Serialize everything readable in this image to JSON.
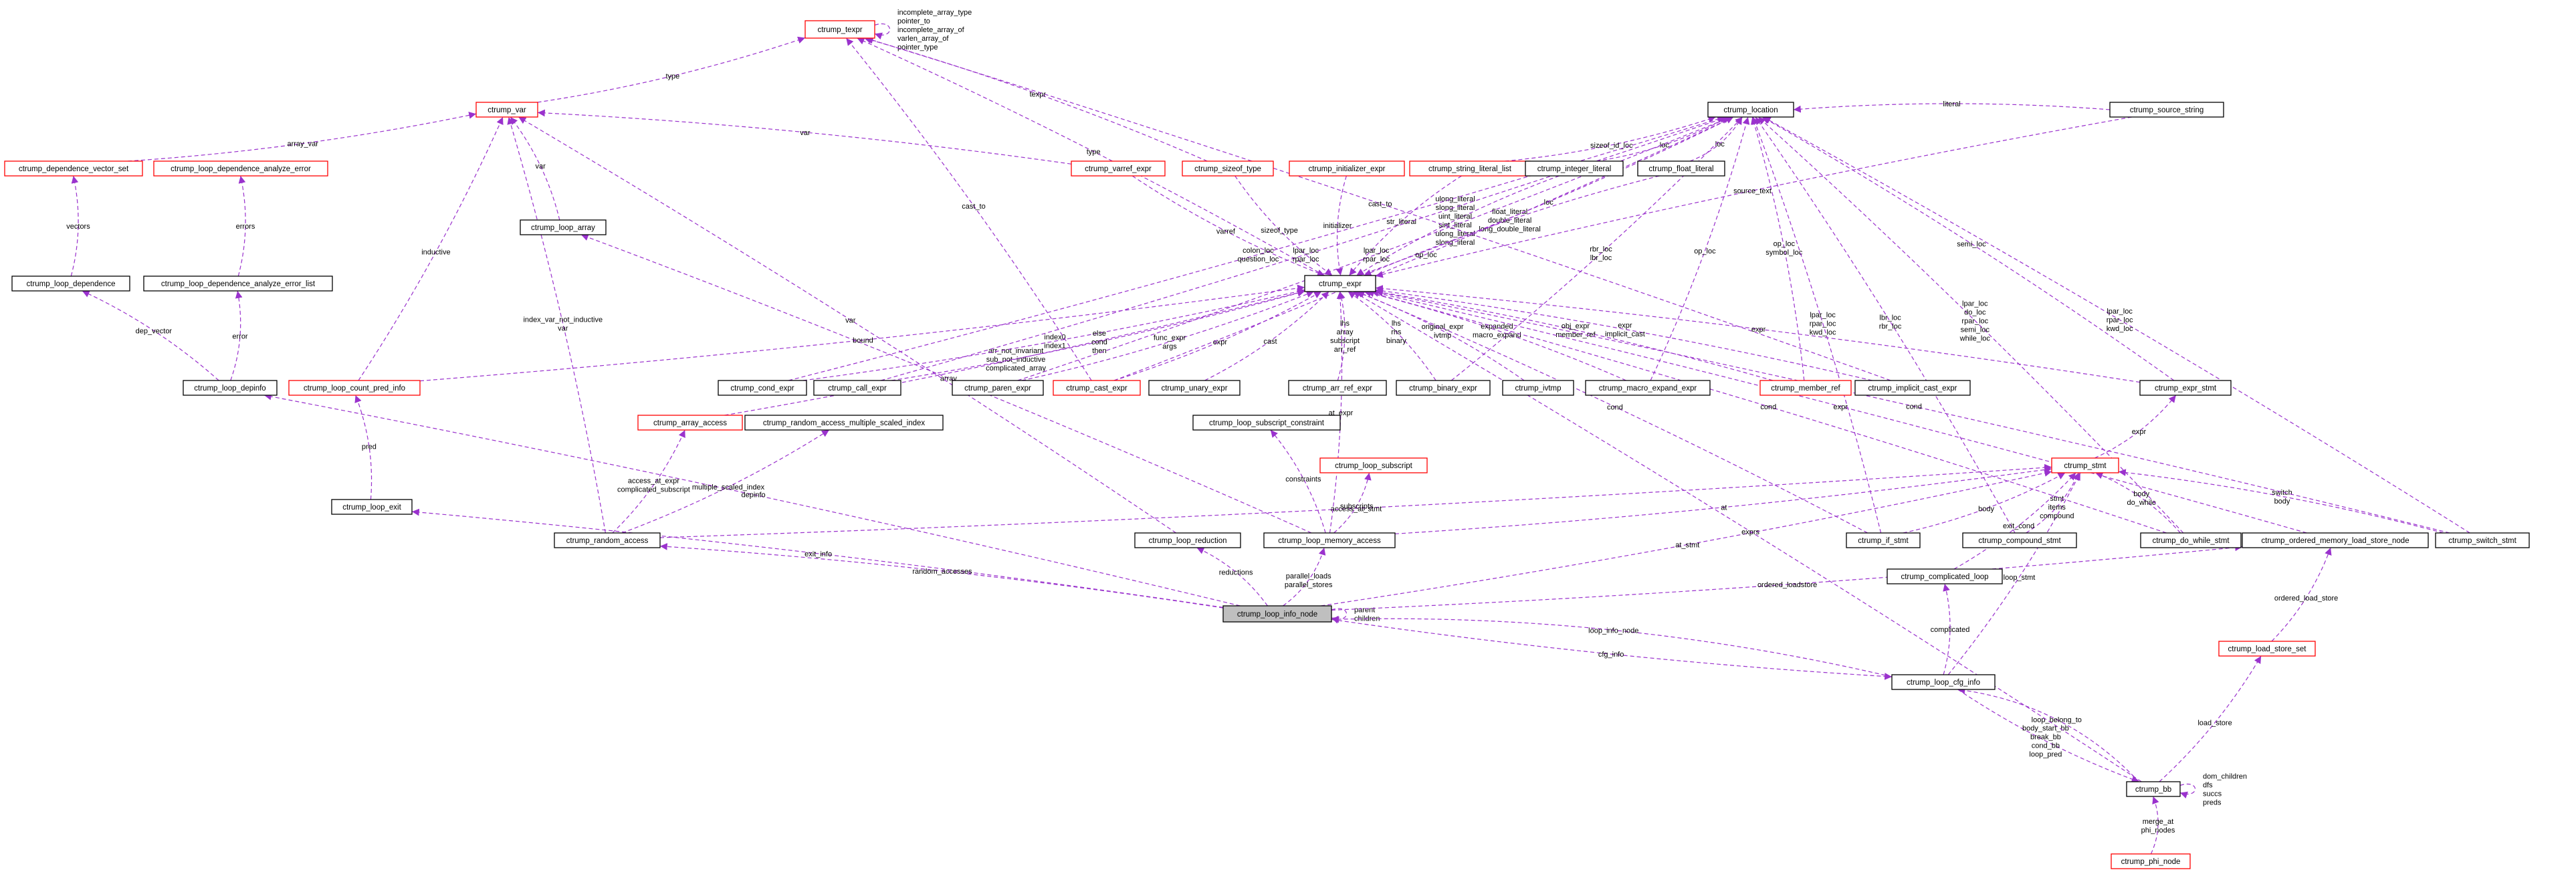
{
  "nodes": [
    {
      "id": "ctrump_texpr",
      "label": "ctrump_texpr",
      "style": "red"
    },
    {
      "id": "ctrump_var",
      "label": "ctrump_var",
      "style": "red"
    },
    {
      "id": "ctrump_location",
      "label": "ctrump_location",
      "style": "black"
    },
    {
      "id": "ctrump_source_string",
      "label": "ctrump_source_string",
      "style": "black"
    },
    {
      "id": "ctrump_dependence_vector_set",
      "label": "ctrump_dependence_vector_set",
      "style": "red"
    },
    {
      "id": "ctrump_loop_dependence_analyze_error",
      "label": "ctrump_loop_dependence_analyze_error",
      "style": "red"
    },
    {
      "id": "ctrump_varref_expr",
      "label": "ctrump_varref_expr",
      "style": "red"
    },
    {
      "id": "ctrump_sizeof_type",
      "label": "ctrump_sizeof_type",
      "style": "red"
    },
    {
      "id": "ctrump_initializer_expr",
      "label": "ctrump_initializer_expr",
      "style": "red"
    },
    {
      "id": "ctrump_string_literal_list",
      "label": "ctrump_string_literal_list",
      "style": "red"
    },
    {
      "id": "ctrump_integer_literal",
      "label": "ctrump_integer_literal",
      "style": "black"
    },
    {
      "id": "ctrump_float_literal",
      "label": "ctrump_float_literal",
      "style": "black"
    },
    {
      "id": "ctrump_loop_array",
      "label": "ctrump_loop_array",
      "style": "black"
    },
    {
      "id": "ctrump_loop_dependence",
      "label": "ctrump_loop_dependence",
      "style": "black"
    },
    {
      "id": "ctrump_loop_dependence_analyze_error_list",
      "label": "ctrump_loop_dependence_analyze_error_list",
      "style": "black"
    },
    {
      "id": "ctrump_expr",
      "label": "ctrump_expr",
      "style": "black"
    },
    {
      "id": "ctrump_loop_depinfo",
      "label": "ctrump_loop_depinfo",
      "style": "black"
    },
    {
      "id": "ctrump_loop_count_pred_info",
      "label": "ctrump_loop_count_pred_info",
      "style": "red"
    },
    {
      "id": "ctrump_cond_expr",
      "label": "ctrump_cond_expr",
      "style": "black"
    },
    {
      "id": "ctrump_call_expr",
      "label": "ctrump_call_expr",
      "style": "black"
    },
    {
      "id": "ctrump_paren_expr",
      "label": "ctrump_paren_expr",
      "style": "black"
    },
    {
      "id": "ctrump_cast_expr",
      "label": "ctrump_cast_expr",
      "style": "red"
    },
    {
      "id": "ctrump_unary_expr",
      "label": "ctrump_unary_expr",
      "style": "black"
    },
    {
      "id": "ctrump_arr_ref_expr",
      "label": "ctrump_arr_ref_expr",
      "style": "black"
    },
    {
      "id": "ctrump_binary_expr",
      "label": "ctrump_binary_expr",
      "style": "black"
    },
    {
      "id": "ctrump_ivtmp",
      "label": "ctrump_ivtmp",
      "style": "black"
    },
    {
      "id": "ctrump_macro_expand_expr",
      "label": "ctrump_macro_expand_expr",
      "style": "black"
    },
    {
      "id": "ctrump_member_ref",
      "label": "ctrump_member_ref",
      "style": "red"
    },
    {
      "id": "ctrump_implicit_cast_expr",
      "label": "ctrump_implicit_cast_expr",
      "style": "black"
    },
    {
      "id": "ctrump_expr_stmt",
      "label": "ctrump_expr_stmt",
      "style": "black"
    },
    {
      "id": "ctrump_array_access",
      "label": "ctrump_array_access",
      "style": "red"
    },
    {
      "id": "ctrump_random_access_multiple_scaled_index",
      "label": "ctrump_random_access_multiple_scaled_index",
      "style": "black"
    },
    {
      "id": "ctrump_loop_subscript_constraint",
      "label": "ctrump_loop_subscript_constraint",
      "style": "black"
    },
    {
      "id": "ctrump_stmt",
      "label": "ctrump_stmt",
      "style": "red"
    },
    {
      "id": "ctrump_loop_subscript",
      "label": "ctrump_loop_subscript",
      "style": "red"
    },
    {
      "id": "ctrump_loop_exit",
      "label": "ctrump_loop_exit",
      "style": "black"
    },
    {
      "id": "ctrump_random_access",
      "label": "ctrump_random_access",
      "style": "black"
    },
    {
      "id": "ctrump_loop_reduction",
      "label": "ctrump_loop_reduction",
      "style": "black"
    },
    {
      "id": "ctrump_loop_memory_access",
      "label": "ctrump_loop_memory_access",
      "style": "black"
    },
    {
      "id": "ctrump_if_stmt",
      "label": "ctrump_if_stmt",
      "style": "black"
    },
    {
      "id": "ctrump_compound_stmt",
      "label": "ctrump_compound_stmt",
      "style": "black"
    },
    {
      "id": "ctrump_do_while_stmt",
      "label": "ctrump_do_while_stmt",
      "style": "black"
    },
    {
      "id": "ctrump_ordered_memory_load_store_node",
      "label": "ctrump_ordered_memory_load_store_node",
      "style": "black"
    },
    {
      "id": "ctrump_switch_stmt",
      "label": "ctrump_switch_stmt",
      "style": "black"
    },
    {
      "id": "ctrump_complicated_loop",
      "label": "ctrump_complicated_loop",
      "style": "black"
    },
    {
      "id": "ctrump_loop_info_node",
      "label": "ctrump_loop_info_node",
      "style": "focus"
    },
    {
      "id": "ctrump_load_store_set",
      "label": "ctrump_load_store_set",
      "style": "red"
    },
    {
      "id": "ctrump_loop_cfg_info",
      "label": "ctrump_loop_cfg_info",
      "style": "black"
    },
    {
      "id": "ctrump_bb",
      "label": "ctrump_bb",
      "style": "black"
    },
    {
      "id": "ctrump_phi_node",
      "label": "ctrump_phi_node",
      "style": "red"
    }
  ],
  "edges": [
    {
      "from": "ctrump_texpr",
      "to": "ctrump_texpr",
      "label": [
        "incomplete_array_type",
        "pointer_to",
        "incomplete_array_of",
        "varlen_array_of",
        "pointer_type"
      ]
    },
    {
      "from": "ctrump_var",
      "to": "ctrump_texpr",
      "label": [
        "type"
      ]
    },
    {
      "from": "ctrump_dependence_vector_set",
      "to": "ctrump_var",
      "label": [
        "array_var"
      ]
    },
    {
      "from": "ctrump_loop_count_pred_info",
      "to": "ctrump_var",
      "label": [
        "inductive"
      ]
    },
    {
      "from": "ctrump_loop_array",
      "to": "ctrump_var",
      "label": [
        "var"
      ]
    },
    {
      "from": "ctrump_random_access",
      "to": "ctrump_var",
      "label": [
        "index_var_not_inductive",
        "var"
      ]
    },
    {
      "from": "ctrump_varref_expr",
      "to": "ctrump_var",
      "label": [
        "var"
      ]
    },
    {
      "from": "ctrump_loop_dependence",
      "to": "ctrump_dependence_vector_set",
      "label": [
        "vectors"
      ]
    },
    {
      "from": "ctrump_loop_dependence_analyze_error_list",
      "to": "ctrump_loop_dependence_analyze_error",
      "label": [
        "errors"
      ]
    },
    {
      "from": "ctrump_loop_depinfo",
      "to": "ctrump_loop_dependence",
      "label": [
        "dep_vector"
      ]
    },
    {
      "from": "ctrump_loop_depinfo",
      "to": "ctrump_loop_dependence_analyze_error_list",
      "label": [
        "error"
      ]
    },
    {
      "from": "ctrump_loop_exit",
      "to": "ctrump_loop_count_pred_info",
      "label": [
        "pred"
      ]
    },
    {
      "from": "ctrump_loop_info_node",
      "to": "ctrump_loop_depinfo",
      "label": [
        "depinfo"
      ]
    },
    {
      "from": "ctrump_loop_info_node",
      "to": "ctrump_loop_exit",
      "label": [
        "exit_info"
      ]
    },
    {
      "from": "ctrump_loop_info_node",
      "to": "ctrump_random_access",
      "label": [
        "random_accesses"
      ]
    },
    {
      "from": "ctrump_loop_info_node",
      "to": "ctrump_loop_reduction",
      "label": [
        "reductions"
      ]
    },
    {
      "from": "ctrump_loop_info_node",
      "to": "ctrump_loop_memory_access",
      "label": [
        "parallel_loads",
        "parallel_stores"
      ]
    },
    {
      "from": "ctrump_loop_info_node",
      "to": "ctrump_loop_info_node",
      "label": [
        "parent",
        "children"
      ]
    },
    {
      "from": "ctrump_loop_info_node",
      "to": "ctrump_stmt",
      "label": [
        "at_stmt"
      ]
    },
    {
      "from": "ctrump_loop_info_node",
      "to": "ctrump_ordered_memory_load_store_node",
      "label": [
        "ordered_loadstore"
      ]
    },
    {
      "from": "ctrump_loop_info_node",
      "to": "ctrump_loop_cfg_info",
      "label": [
        "cfg_info"
      ]
    },
    {
      "from": "ctrump_loop_cfg_info",
      "to": "ctrump_loop_info_node",
      "label": [
        "loop_info_node"
      ]
    },
    {
      "from": "ctrump_loop_cfg_info",
      "to": "ctrump_complicated_loop",
      "label": [
        "complicated"
      ]
    },
    {
      "from": "ctrump_loop_cfg_info",
      "to": "ctrump_stmt",
      "label": [
        "loop_stmt"
      ]
    },
    {
      "from": "ctrump_loop_cfg_info",
      "to": "ctrump_bb",
      "label": [
        "body_start_bb",
        "break_bb",
        "cond_bb",
        "loop_pred"
      ]
    },
    {
      "from": "ctrump_bb",
      "to": "ctrump_loop_cfg_info",
      "label": [
        "loop_belong_to"
      ]
    },
    {
      "from": "ctrump_bb",
      "to": "ctrump_bb",
      "label": [
        "dom_children",
        "dfs",
        "succs",
        "preds"
      ]
    },
    {
      "from": "ctrump_phi_node",
      "to": "ctrump_bb",
      "label": [
        "merge_at",
        "phi_nodes"
      ]
    },
    {
      "from": "ctrump_bb",
      "to": "ctrump_load_store_set",
      "label": [
        "load_store"
      ]
    },
    {
      "from": "ctrump_bb",
      "to": "ctrump_expr",
      "label": [
        "exprs"
      ]
    },
    {
      "from": "ctrump_load_store_set",
      "to": "ctrump_ordered_memory_load_store_node",
      "label": [
        "ordered_load_store"
      ]
    },
    {
      "from": "ctrump_random_access",
      "to": "ctrump_array_access",
      "label": [
        "access_at_expr",
        "complicated_subscript"
      ]
    },
    {
      "from": "ctrump_random_access",
      "to": "ctrump_random_access_multiple_scaled_index",
      "label": [
        "multiple_scaled_index"
      ]
    },
    {
      "from": "ctrump_random_access",
      "to": "ctrump_stmt",
      "label": [
        "access_at_stmt"
      ]
    },
    {
      "from": "ctrump_array_access",
      "to": "ctrump_expr",
      "label": [
        "arr_not_invariant",
        "sub_not_inductive",
        "complicated_array"
      ]
    },
    {
      "from": "ctrump_loop_memory_access",
      "to": "ctrump_loop_subscript",
      "label": [
        "subscripts"
      ]
    },
    {
      "from": "ctrump_loop_memory_access",
      "to": "ctrump_loop_subscript_constraint",
      "label": [
        "constraints"
      ]
    },
    {
      "from": "ctrump_loop_memory_access",
      "to": "ctrump_loop_array",
      "label": [
        "array"
      ]
    },
    {
      "from": "ctrump_loop_memory_access",
      "to": "ctrump_expr",
      "label": [
        "at_expr"
      ]
    },
    {
      "from": "ctrump_loop_memory_access",
      "to": "ctrump_stmt",
      "label": [
        "at"
      ]
    },
    {
      "from": "ctrump_loop_reduction",
      "to": "ctrump_var",
      "label": [
        "var"
      ]
    },
    {
      "from": "ctrump_loop_count_pred_info",
      "to": "ctrump_expr",
      "label": [
        "bound"
      ]
    },
    {
      "from": "ctrump_expr",
      "to": "ctrump_texpr",
      "label": [
        "type"
      ]
    },
    {
      "from": "ctrump_varref_expr",
      "to": "ctrump_expr",
      "label": [
        "varref"
      ]
    },
    {
      "from": "ctrump_sizeof_type",
      "to": "ctrump_texpr",
      "label": [
        "texpr"
      ]
    },
    {
      "from": "ctrump_sizeof_type",
      "to": "ctrump_expr",
      "label": [
        "sizeof_type"
      ]
    },
    {
      "from": "ctrump_initializer_expr",
      "to": "ctrump_expr",
      "label": [
        "initializer"
      ]
    },
    {
      "from": "ctrump_string_literal_list",
      "to": "ctrump_expr",
      "label": [
        "str_literal"
      ]
    },
    {
      "from": "ctrump_string_literal_list",
      "to": "ctrump_location",
      "label": [
        "sizeof_id_loc"
      ]
    },
    {
      "from": "ctrump_integer_literal",
      "to": "ctrump_expr",
      "label": [
        "ulong_literal",
        "slong_literal",
        "uint_literal",
        "sint_literal",
        "ulong_literal",
        "slong_literal"
      ]
    },
    {
      "from": "ctrump_integer_literal",
      "to": "ctrump_location",
      "label": [
        "loc"
      ]
    },
    {
      "from": "ctrump_float_literal",
      "to": "ctrump_expr",
      "label": [
        "float_literal",
        "double_literal",
        "long_double_literal"
      ]
    },
    {
      "from": "ctrump_float_literal",
      "to": "ctrump_location",
      "label": [
        "loc"
      ]
    },
    {
      "from": "ctrump_source_string",
      "to": "ctrump_location",
      "label": [
        "literal"
      ]
    },
    {
      "from": "ctrump_expr",
      "to": "ctrump_location",
      "label": [
        "loc"
      ]
    },
    {
      "from": "ctrump_cond_expr",
      "to": "ctrump_expr",
      "label": [
        "index0",
        "index1"
      ]
    },
    {
      "from": "ctrump_cond_expr",
      "to": "ctrump_location",
      "label": [
        "colon_loc",
        "question_loc"
      ]
    },
    {
      "from": "ctrump_call_expr",
      "to": "ctrump_expr",
      "label": [
        "else",
        "cond",
        "then"
      ]
    },
    {
      "from": "ctrump_call_expr",
      "to": "ctrump_location",
      "label": [
        "lpar_loc",
        "rpar_loc"
      ]
    },
    {
      "from": "ctrump_paren_expr",
      "to": "ctrump_expr",
      "label": [
        "func_expr",
        "args"
      ]
    },
    {
      "from": "ctrump_paren_expr",
      "to": "ctrump_location",
      "label": [
        "lpar_loc",
        "rpar_loc"
      ]
    },
    {
      "from": "ctrump_cast_expr",
      "to": "ctrump_expr",
      "label": [
        "expr"
      ]
    },
    {
      "from": "ctrump_cast_expr",
      "to": "ctrump_location",
      "label": [
        "op_loc"
      ]
    },
    {
      "from": "ctrump_cast_expr",
      "to": "ctrump_texpr",
      "label": [
        "cast_to"
      ]
    },
    {
      "from": "ctrump_unary_expr",
      "to": "ctrump_expr",
      "label": [
        "cast"
      ]
    },
    {
      "from": "ctrump_arr_ref_expr",
      "to": "ctrump_expr",
      "label": [
        "lhs",
        "array",
        "subscript",
        "arr_ref"
      ]
    },
    {
      "from": "ctrump_binary_expr",
      "to": "ctrump_expr",
      "label": [
        "lhs",
        "rhs",
        "binary"
      ]
    },
    {
      "from": "ctrump_binary_expr",
      "to": "ctrump_location",
      "label": [
        "rbr_loc",
        "lbr_loc"
      ]
    },
    {
      "from": "ctrump_ivtmp",
      "to": "ctrump_expr",
      "label": [
        "original_expr",
        "ivtmp"
      ]
    },
    {
      "from": "ctrump_macro_expand_expr",
      "to": "ctrump_expr",
      "label": [
        "expanded",
        "macro_expand"
      ]
    },
    {
      "from": "ctrump_macro_expand_expr",
      "to": "ctrump_location",
      "label": [
        "op_loc"
      ]
    },
    {
      "from": "ctrump_member_ref",
      "to": "ctrump_expr",
      "label": [
        "obj_expr",
        "member_ref"
      ]
    },
    {
      "from": "ctrump_member_ref",
      "to": "ctrump_location",
      "label": [
        "op_loc",
        "symbol_loc"
      ]
    },
    {
      "from": "ctrump_implicit_cast_expr",
      "to": "ctrump_expr",
      "label": [
        "expr",
        "implicit_cast"
      ]
    },
    {
      "from": "ctrump_implicit_cast_expr",
      "to": "ctrump_texpr",
      "label": [
        "cast_to"
      ]
    },
    {
      "from": "ctrump_expr_stmt",
      "to": "ctrump_expr",
      "label": [
        "expr"
      ]
    },
    {
      "from": "ctrump_expr_stmt",
      "to": "ctrump_location",
      "label": [
        "semi_loc"
      ]
    },
    {
      "from": "ctrump_stmt",
      "to": "ctrump_expr_stmt",
      "label": [
        "expr"
      ]
    },
    {
      "from": "ctrump_if_stmt",
      "to": "ctrump_stmt",
      "label": [
        "body"
      ]
    },
    {
      "from": "ctrump_if_stmt",
      "to": "ctrump_expr",
      "label": [
        "cond"
      ]
    },
    {
      "from": "ctrump_if_stmt",
      "to": "ctrump_location",
      "label": [
        "lpar_loc",
        "rpar_loc",
        "kwd_loc"
      ]
    },
    {
      "from": "ctrump_compound_stmt",
      "to": "ctrump_stmt",
      "label": [
        "stmt",
        "items",
        "compound"
      ]
    },
    {
      "from": "ctrump_compound_stmt",
      "to": "ctrump_location",
      "label": [
        "lbr_loc",
        "rbr_loc"
      ]
    },
    {
      "from": "ctrump_do_while_stmt",
      "to": "ctrump_stmt",
      "label": [
        "body",
        "do_while"
      ]
    },
    {
      "from": "ctrump_do_while_stmt",
      "to": "ctrump_expr",
      "label": [
        "cond"
      ]
    },
    {
      "from": "ctrump_do_while_stmt",
      "to": "ctrump_location",
      "label": [
        "lpar_loc",
        "do_loc",
        "rpar_loc",
        "semi_loc",
        "while_loc"
      ]
    },
    {
      "from": "ctrump_switch_stmt",
      "to": "ctrump_stmt",
      "label": [
        "switch",
        "body"
      ]
    },
    {
      "from": "ctrump_switch_stmt",
      "to": "ctrump_expr",
      "label": [
        "cond"
      ]
    },
    {
      "from": "ctrump_switch_stmt",
      "to": "ctrump_location",
      "label": [
        "lpar_loc",
        "rpar_loc",
        "kwd_loc"
      ]
    },
    {
      "from": "ctrump_source_string",
      "to": "ctrump_expr",
      "label": [
        "source_text"
      ]
    },
    {
      "from": "ctrump_complicated_loop",
      "to": "ctrump_stmt",
      "label": [
        "exit_cond"
      ]
    },
    {
      "from": "ctrump_ordered_memory_load_store_node",
      "to": "ctrump_expr",
      "label": [
        "expr"
      ]
    }
  ]
}
